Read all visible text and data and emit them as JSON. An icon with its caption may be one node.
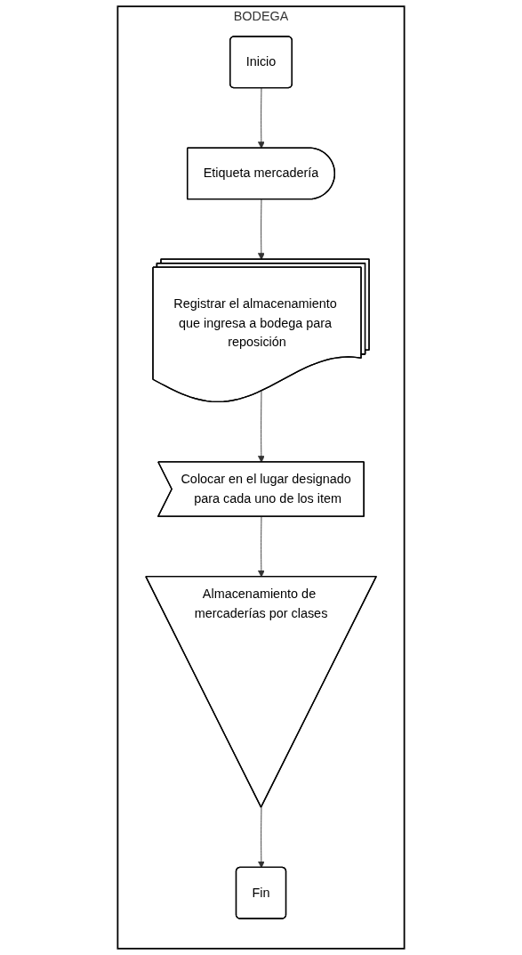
{
  "diagram": {
    "nodes": [
      {
        "text": [
          "BODEGA"
        ]
      },
      {
        "text": [
          "Inicio"
        ],
        "in": 0
      },
      {
        "text": [
          "Etiqueta mercadería"
        ],
        "in": 0
      },
      {
        "text": [
          "Registrar el almacenamiento que ingresa a bodega para reposición"
        ],
        "in": 0
      },
      {
        "text": [
          "Colocar en el lugar designado para cada uno de los item"
        ],
        "in": 0
      },
      {
        "text": [
          "Almacenamiento de mercaderías por clases"
        ],
        "in": 0
      },
      {
        "text": [
          "Fin"
        ],
        "in": 0
      }
    ],
    "edges": [
      {
        "from": 1,
        "to": 2,
        "arrow": "to"
      },
      {
        "from": 2,
        "to": 3,
        "arrow": "to"
      },
      {
        "from": 3,
        "to": 4,
        "arrow": "to"
      },
      {
        "from": 4,
        "to": 5,
        "arrow": "to"
      },
      {
        "from": 5,
        "to": 6,
        "arrow": "to"
      }
    ]
  }
}
